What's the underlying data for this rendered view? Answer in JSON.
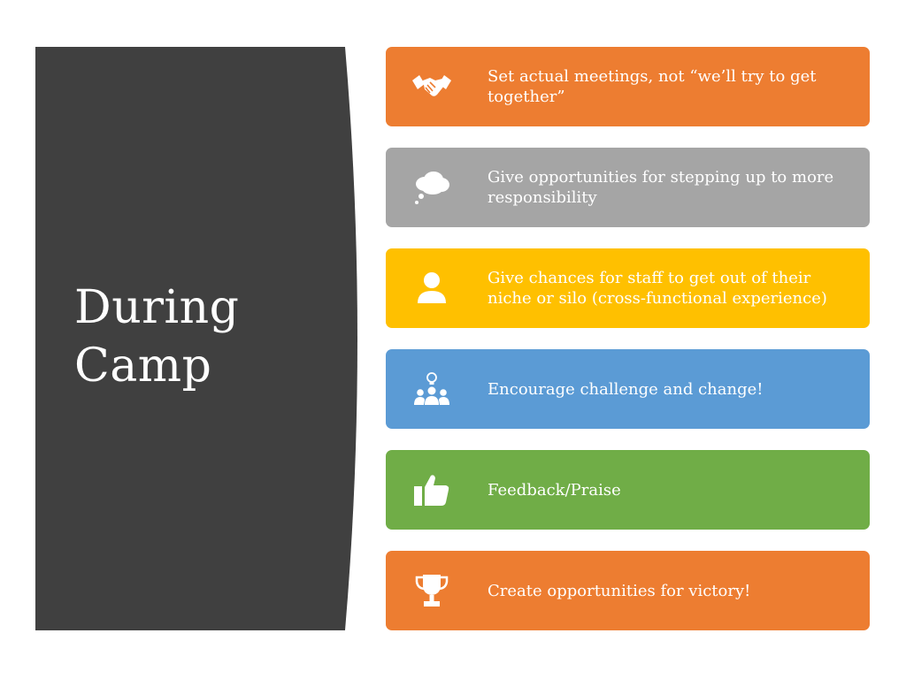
{
  "slide": {
    "title": "During Camp"
  },
  "colors": {
    "panel": "#404040",
    "orange": "#ED7D31",
    "gray": "#A5A5A5",
    "yellow": "#FFC000",
    "blue": "#5B9BD5",
    "green": "#70AD47",
    "text": "#FFFFFF"
  },
  "cards": [
    {
      "text": "Set actual meetings, not “we’ll try to get together”",
      "icon": "handshake-icon",
      "color": "#ED7D31"
    },
    {
      "text": "Give opportunities for stepping up to more responsibility",
      "icon": "thought-bubble-icon",
      "color": "#A5A5A5"
    },
    {
      "text": "Give chances for staff to get out of their niche or silo (cross-functional experience)",
      "icon": "person-icon",
      "color": "#FFC000"
    },
    {
      "text": "Encourage challenge and change!",
      "icon": "team-idea-icon",
      "color": "#5B9BD5"
    },
    {
      "text": "Feedback/Praise",
      "icon": "thumbs-up-icon",
      "color": "#70AD47"
    },
    {
      "text": "Create opportunities for victory!",
      "icon": "trophy-icon",
      "color": "#ED7D31"
    }
  ]
}
